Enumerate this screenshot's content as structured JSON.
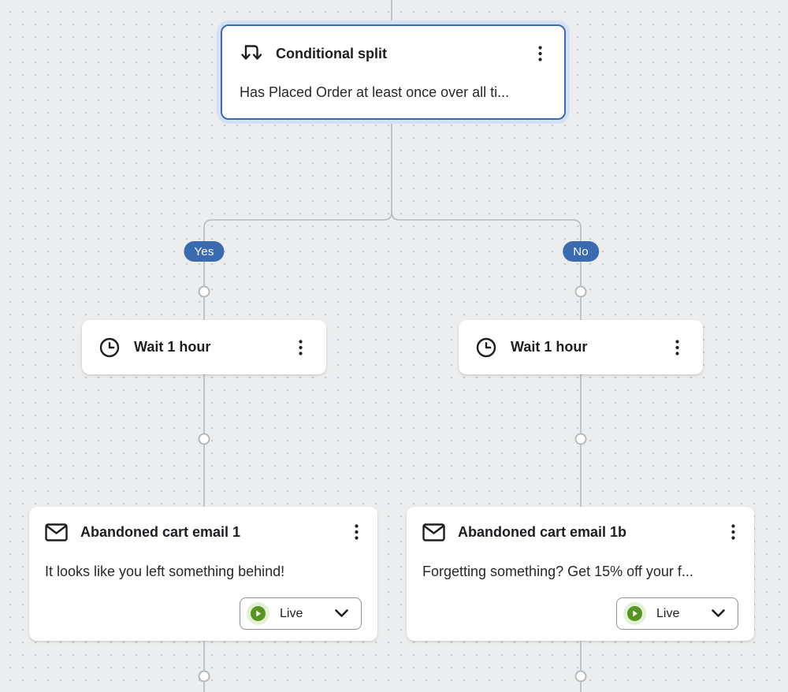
{
  "colors": {
    "canvas_bg": "#ebedee",
    "canvas_dot": "#c7cacc",
    "connector": "#b6babd",
    "accent_blue": "#3a6bb0",
    "selected_halo": "#d2e2f4",
    "card_bg": "#ffffff",
    "text_primary": "#1c1e21",
    "text_secondary": "#26282b",
    "live_green": "#56951f",
    "live_green_halo": "#e4f0d5",
    "button_border": "#8d9298"
  },
  "branches": {
    "yes": {
      "label": "Yes"
    },
    "no": {
      "label": "No"
    }
  },
  "nodes": {
    "conditional_split": {
      "title": "Conditional split",
      "subtitle": "Has Placed Order at least once over all ti...",
      "selected": true
    },
    "wait_left": {
      "title": "Wait 1 hour"
    },
    "wait_right": {
      "title": "Wait 1 hour"
    },
    "email_left": {
      "title": "Abandoned cart email 1",
      "preview": "It looks like you left something behind!",
      "status": {
        "label": "Live"
      }
    },
    "email_right": {
      "title": "Abandoned cart email 1b",
      "preview": "Forgetting something? Get 15% off your f...",
      "status": {
        "label": "Live"
      }
    }
  }
}
